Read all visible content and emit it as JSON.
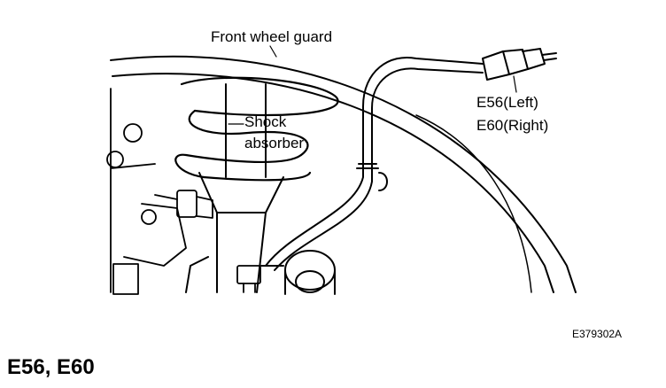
{
  "labels": {
    "front_wheel_guard": "Front wheel guard",
    "shock_absorber_line1": "Shock",
    "shock_absorber_line2": "absorber",
    "e56": "E56(Left)",
    "e60": "E60(Right)"
  },
  "figure_code": "E379302A",
  "heading": "E56,  E60"
}
